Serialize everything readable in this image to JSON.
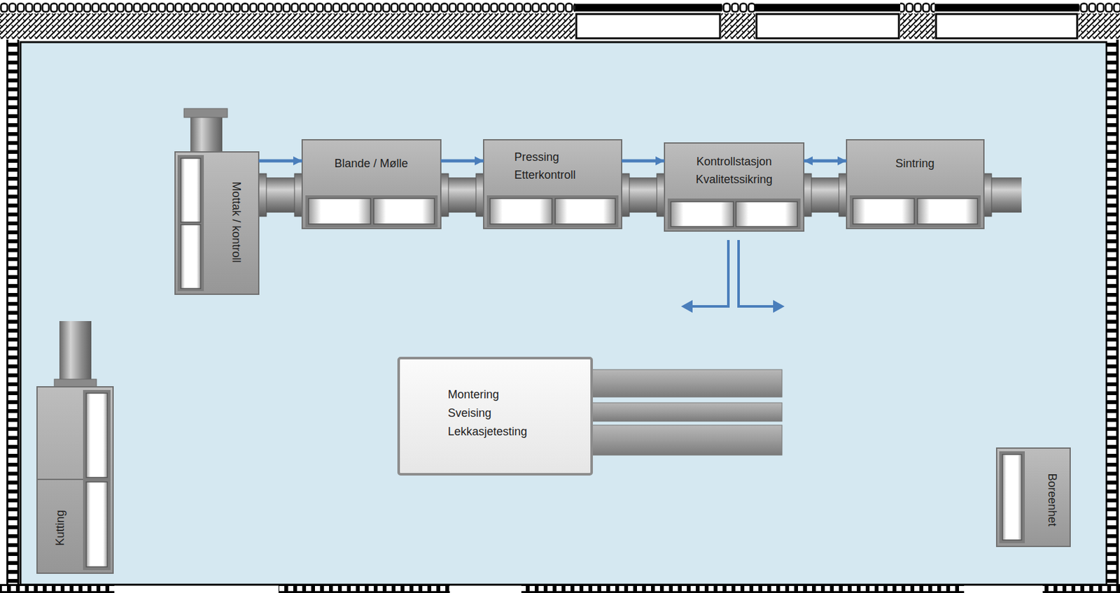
{
  "diagram": {
    "nodes": [
      {
        "text": [
          "Mottak / kontroll"
        ]
      },
      {
        "text": [
          "Blande / Mølle"
        ]
      },
      {
        "text": [
          "Pressing Etterkontroll"
        ]
      },
      {
        "text": [
          "Kontrollstasjon Kvalitetssikring"
        ]
      },
      {
        "text": [
          "Sintring"
        ]
      },
      {
        "text": [
          "Montering Sveising Lekkasjetesting"
        ]
      },
      {
        "text": [
          "Kutting"
        ]
      },
      {
        "text": [
          "Boreenhet"
        ]
      }
    ],
    "edges": [
      {
        "from": 0,
        "to": 1,
        "arrow": "to"
      },
      {
        "from": 1,
        "to": 2,
        "arrow": "to"
      },
      {
        "from": 2,
        "to": 3,
        "arrow": "to"
      },
      {
        "from": 3,
        "to": 4,
        "arrow": "both"
      }
    ]
  }
}
